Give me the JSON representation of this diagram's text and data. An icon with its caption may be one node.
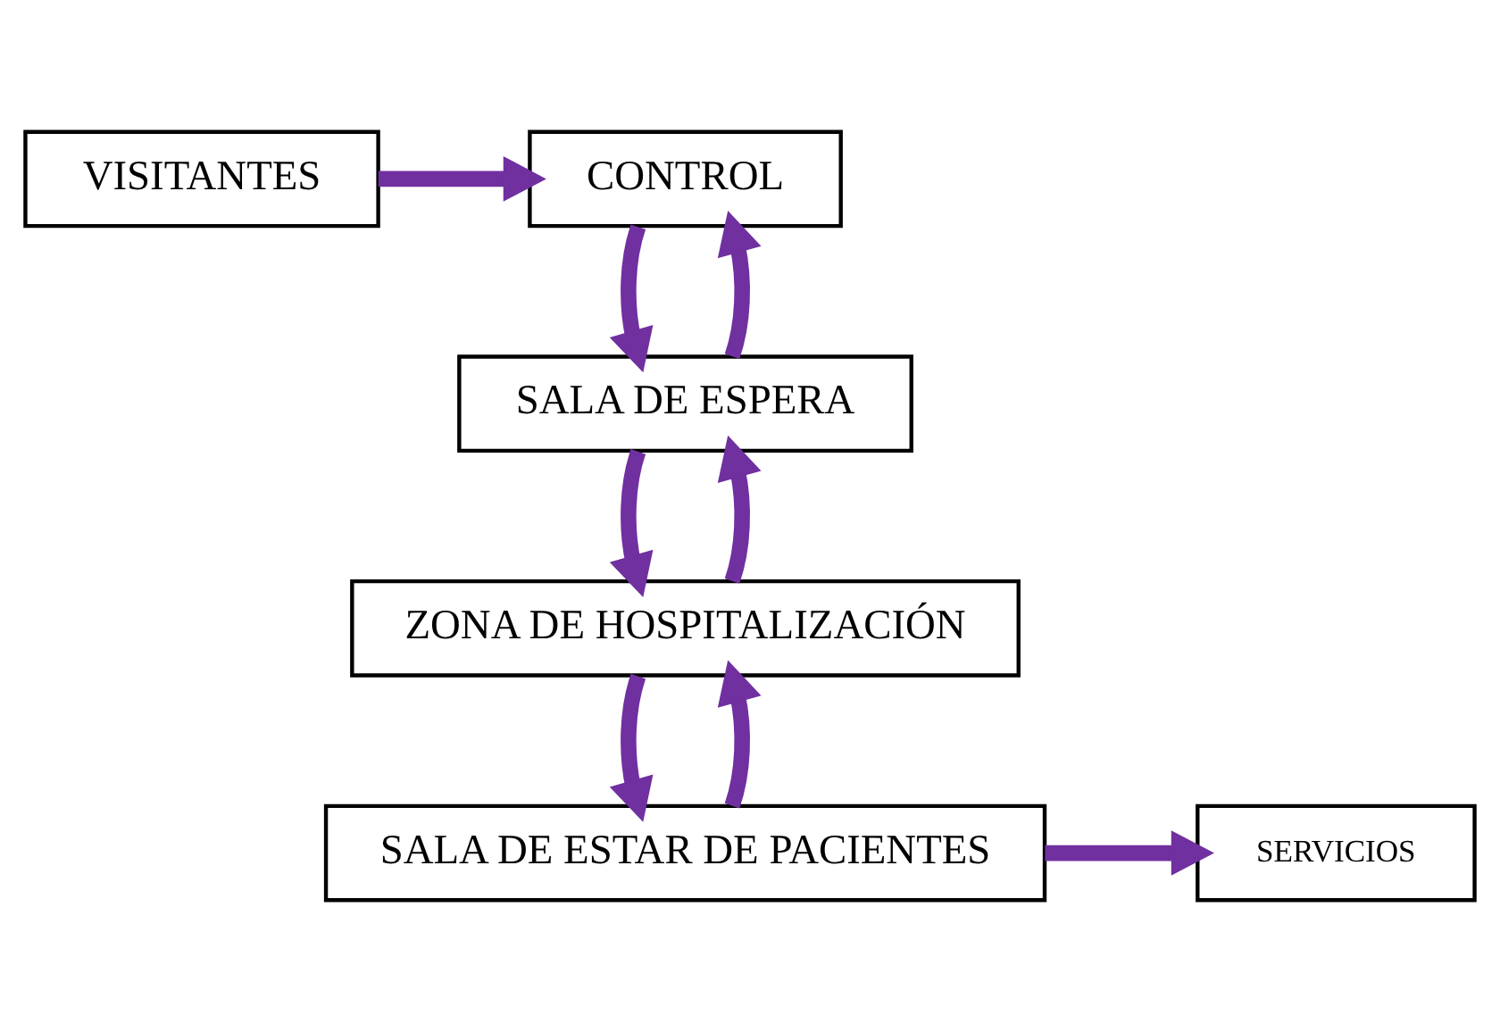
{
  "diagram": {
    "nodes": [
      {
        "text": [
          "CONTROL"
        ]
      },
      {
        "text": [
          "VISITANTES"
        ]
      },
      {
        "text": [
          "SALA DE ESPERA"
        ]
      },
      {
        "text": [
          "ZONA DE HOSPITALIZACIÓN"
        ]
      },
      {
        "text": [
          "SALA DE ESTAR DE PACIENTES"
        ]
      },
      {
        "text": [
          "SERVICIOS"
        ]
      }
    ],
    "edges": [
      {
        "from": 1,
        "to": 0,
        "arrow": "to"
      },
      {
        "from": 2,
        "to": 0,
        "arrow": "to"
      },
      {
        "from": 0,
        "to": 2,
        "arrow": "to"
      },
      {
        "from": 3,
        "to": 2,
        "arrow": "to"
      },
      {
        "from": 2,
        "to": 3,
        "arrow": "to"
      },
      {
        "from": 4,
        "to": 3,
        "arrow": "to"
      },
      {
        "from": 3,
        "to": 4,
        "arrow": "to"
      },
      {
        "from": 4,
        "to": 5,
        "arrow": "to"
      }
    ]
  }
}
